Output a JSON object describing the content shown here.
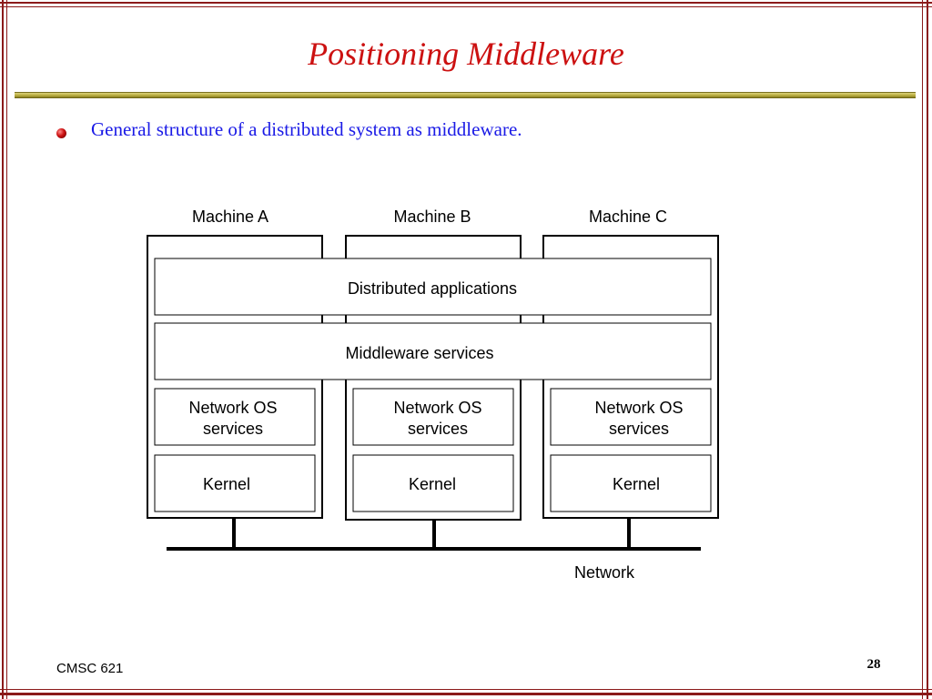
{
  "slide": {
    "title": "Positioning Middleware",
    "bullet": "General structure of a distributed system as middleware.",
    "footer_left": "CMSC 621",
    "page_number": "28"
  },
  "diagram": {
    "machines": [
      {
        "label": "Machine A",
        "network_os_line1": "Network OS",
        "network_os_line2": "services",
        "kernel": "Kernel"
      },
      {
        "label": "Machine B",
        "network_os_line1": "Network OS",
        "network_os_line2": "services",
        "kernel": "Kernel"
      },
      {
        "label": "Machine C",
        "network_os_line1": "Network OS",
        "network_os_line2": "services",
        "kernel": "Kernel"
      }
    ],
    "distributed_applications": "Distributed applications",
    "middleware_services": "Middleware services",
    "network": "Network"
  },
  "colors": {
    "frame": "#8b1a1a",
    "title": "#cc1111",
    "bullet_text": "#1a1ae6"
  }
}
